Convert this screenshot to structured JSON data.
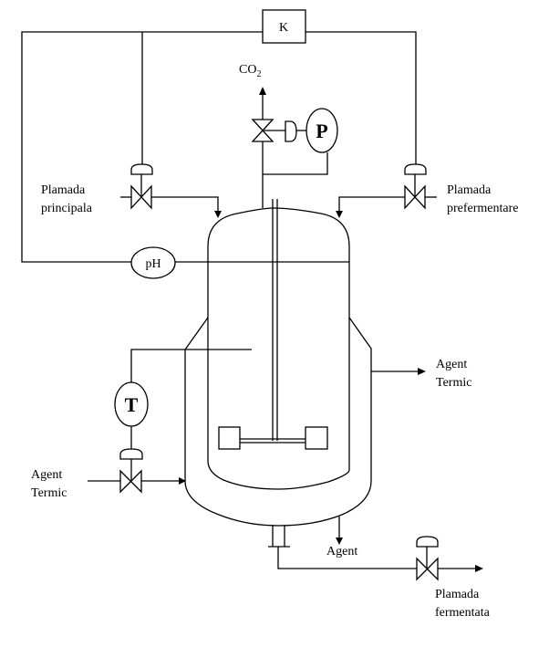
{
  "diagram": {
    "title": "Fermentation vessel process flow diagram",
    "controller": {
      "label": "K"
    },
    "instruments": {
      "pressure": {
        "label": "P"
      },
      "ph": {
        "label": "pH"
      },
      "temperature": {
        "label": "T"
      }
    },
    "streams": {
      "co2": {
        "label_main": "CO",
        "label_sub": "2"
      },
      "feed_main": {
        "line1": "Plamada",
        "line2": "principala"
      },
      "feed_pre": {
        "line1": "Plamada",
        "line2": "prefermentare"
      },
      "agent_in": {
        "line1": "Agent",
        "line2": "Termic"
      },
      "agent_out": {
        "line1": "Agent",
        "line2": "Termic"
      },
      "agent_drain": {
        "label": "Agent"
      },
      "product": {
        "line1": "Plamada",
        "line2": "fermentata"
      }
    },
    "colors": {
      "line": "#000000",
      "background": "#ffffff"
    }
  }
}
